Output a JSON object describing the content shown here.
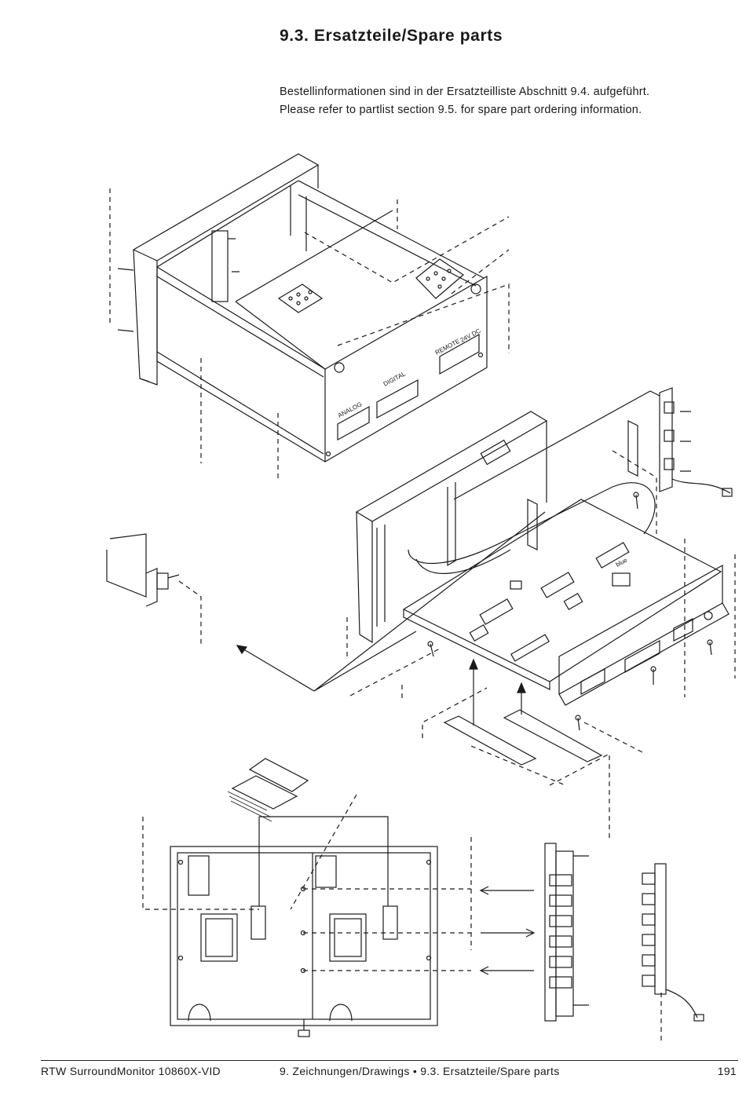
{
  "page": {
    "title": "9.3. Ersatzteile/Spare parts",
    "intro_de": "Bestellinformationen sind in der Ersatzteilliste Abschnitt 9.4. aufgeführt.",
    "intro_en": "Please refer to partlist section 9.5. for spare part ordering information."
  },
  "drawing": {
    "labels": {
      "analog": "ANALOG",
      "digital": "DIGITAL",
      "remote": "REMOTE",
      "power": "24V DC",
      "blue": "blue"
    }
  },
  "footer": {
    "product": "RTW SurroundMonitor 10860X-VID",
    "section": "9. Zeichnungen/Drawings • 9.3. Ersatzteile/Spare parts",
    "page_number": "191"
  },
  "colors": {
    "ink": "#1a1a1a",
    "paper": "#ffffff"
  }
}
